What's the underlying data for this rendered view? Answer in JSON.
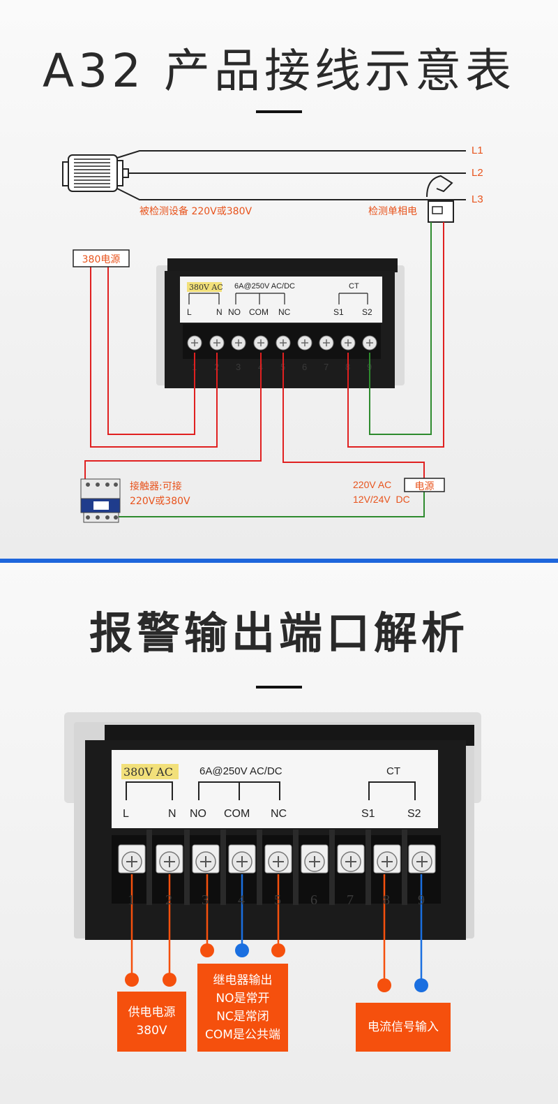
{
  "section1": {
    "title": "A32 产品接线示意表",
    "lines": [
      "L1",
      "L2",
      "L3"
    ],
    "motor_label": "被检测设备 220V或380V",
    "ct_label": "检测单相电",
    "power_box": "380电源",
    "panel": {
      "voltage_badge": "380V AC",
      "relay_rating": "6A@250V AC/DC",
      "ct_header": "CT",
      "terminals": [
        "L",
        "N",
        "NO",
        "COM",
        "NC",
        "S1",
        "S2"
      ],
      "screw_numbers": [
        "1",
        "2",
        "3",
        "4",
        "5",
        "6",
        "7",
        "8",
        "9"
      ]
    },
    "contactor_label_1": "接触器:可接",
    "contactor_label_2": "220V或380V",
    "supply_label_1": "220V AC",
    "supply_label_2": "12V/24V  DC",
    "supply_box": "电源"
  },
  "section2": {
    "title": "报警输出端口解析",
    "panel": {
      "voltage_badge": "380V AC",
      "relay_rating": "6A@250V AC/DC",
      "ct_header": "CT",
      "terminals": [
        "L",
        "N",
        "NO",
        "COM",
        "NC",
        "S1",
        "S2"
      ],
      "screw_numbers": [
        "1",
        "2",
        "3",
        "4",
        "5",
        "6",
        "7",
        "8",
        "9"
      ]
    },
    "cards": {
      "power": [
        "供电电源",
        "380V"
      ],
      "relay": [
        "继电器输出",
        "NO是常开",
        "NC是常闭",
        "COM是公共端"
      ],
      "ct": [
        "电流信号输入"
      ]
    }
  },
  "colors": {
    "accent_orange": "#f5500d",
    "wire_red": "#e02020",
    "wire_green": "#2e8b2e",
    "wire_blue": "#1a6fe0",
    "divider_blue": "#1e66dc"
  }
}
